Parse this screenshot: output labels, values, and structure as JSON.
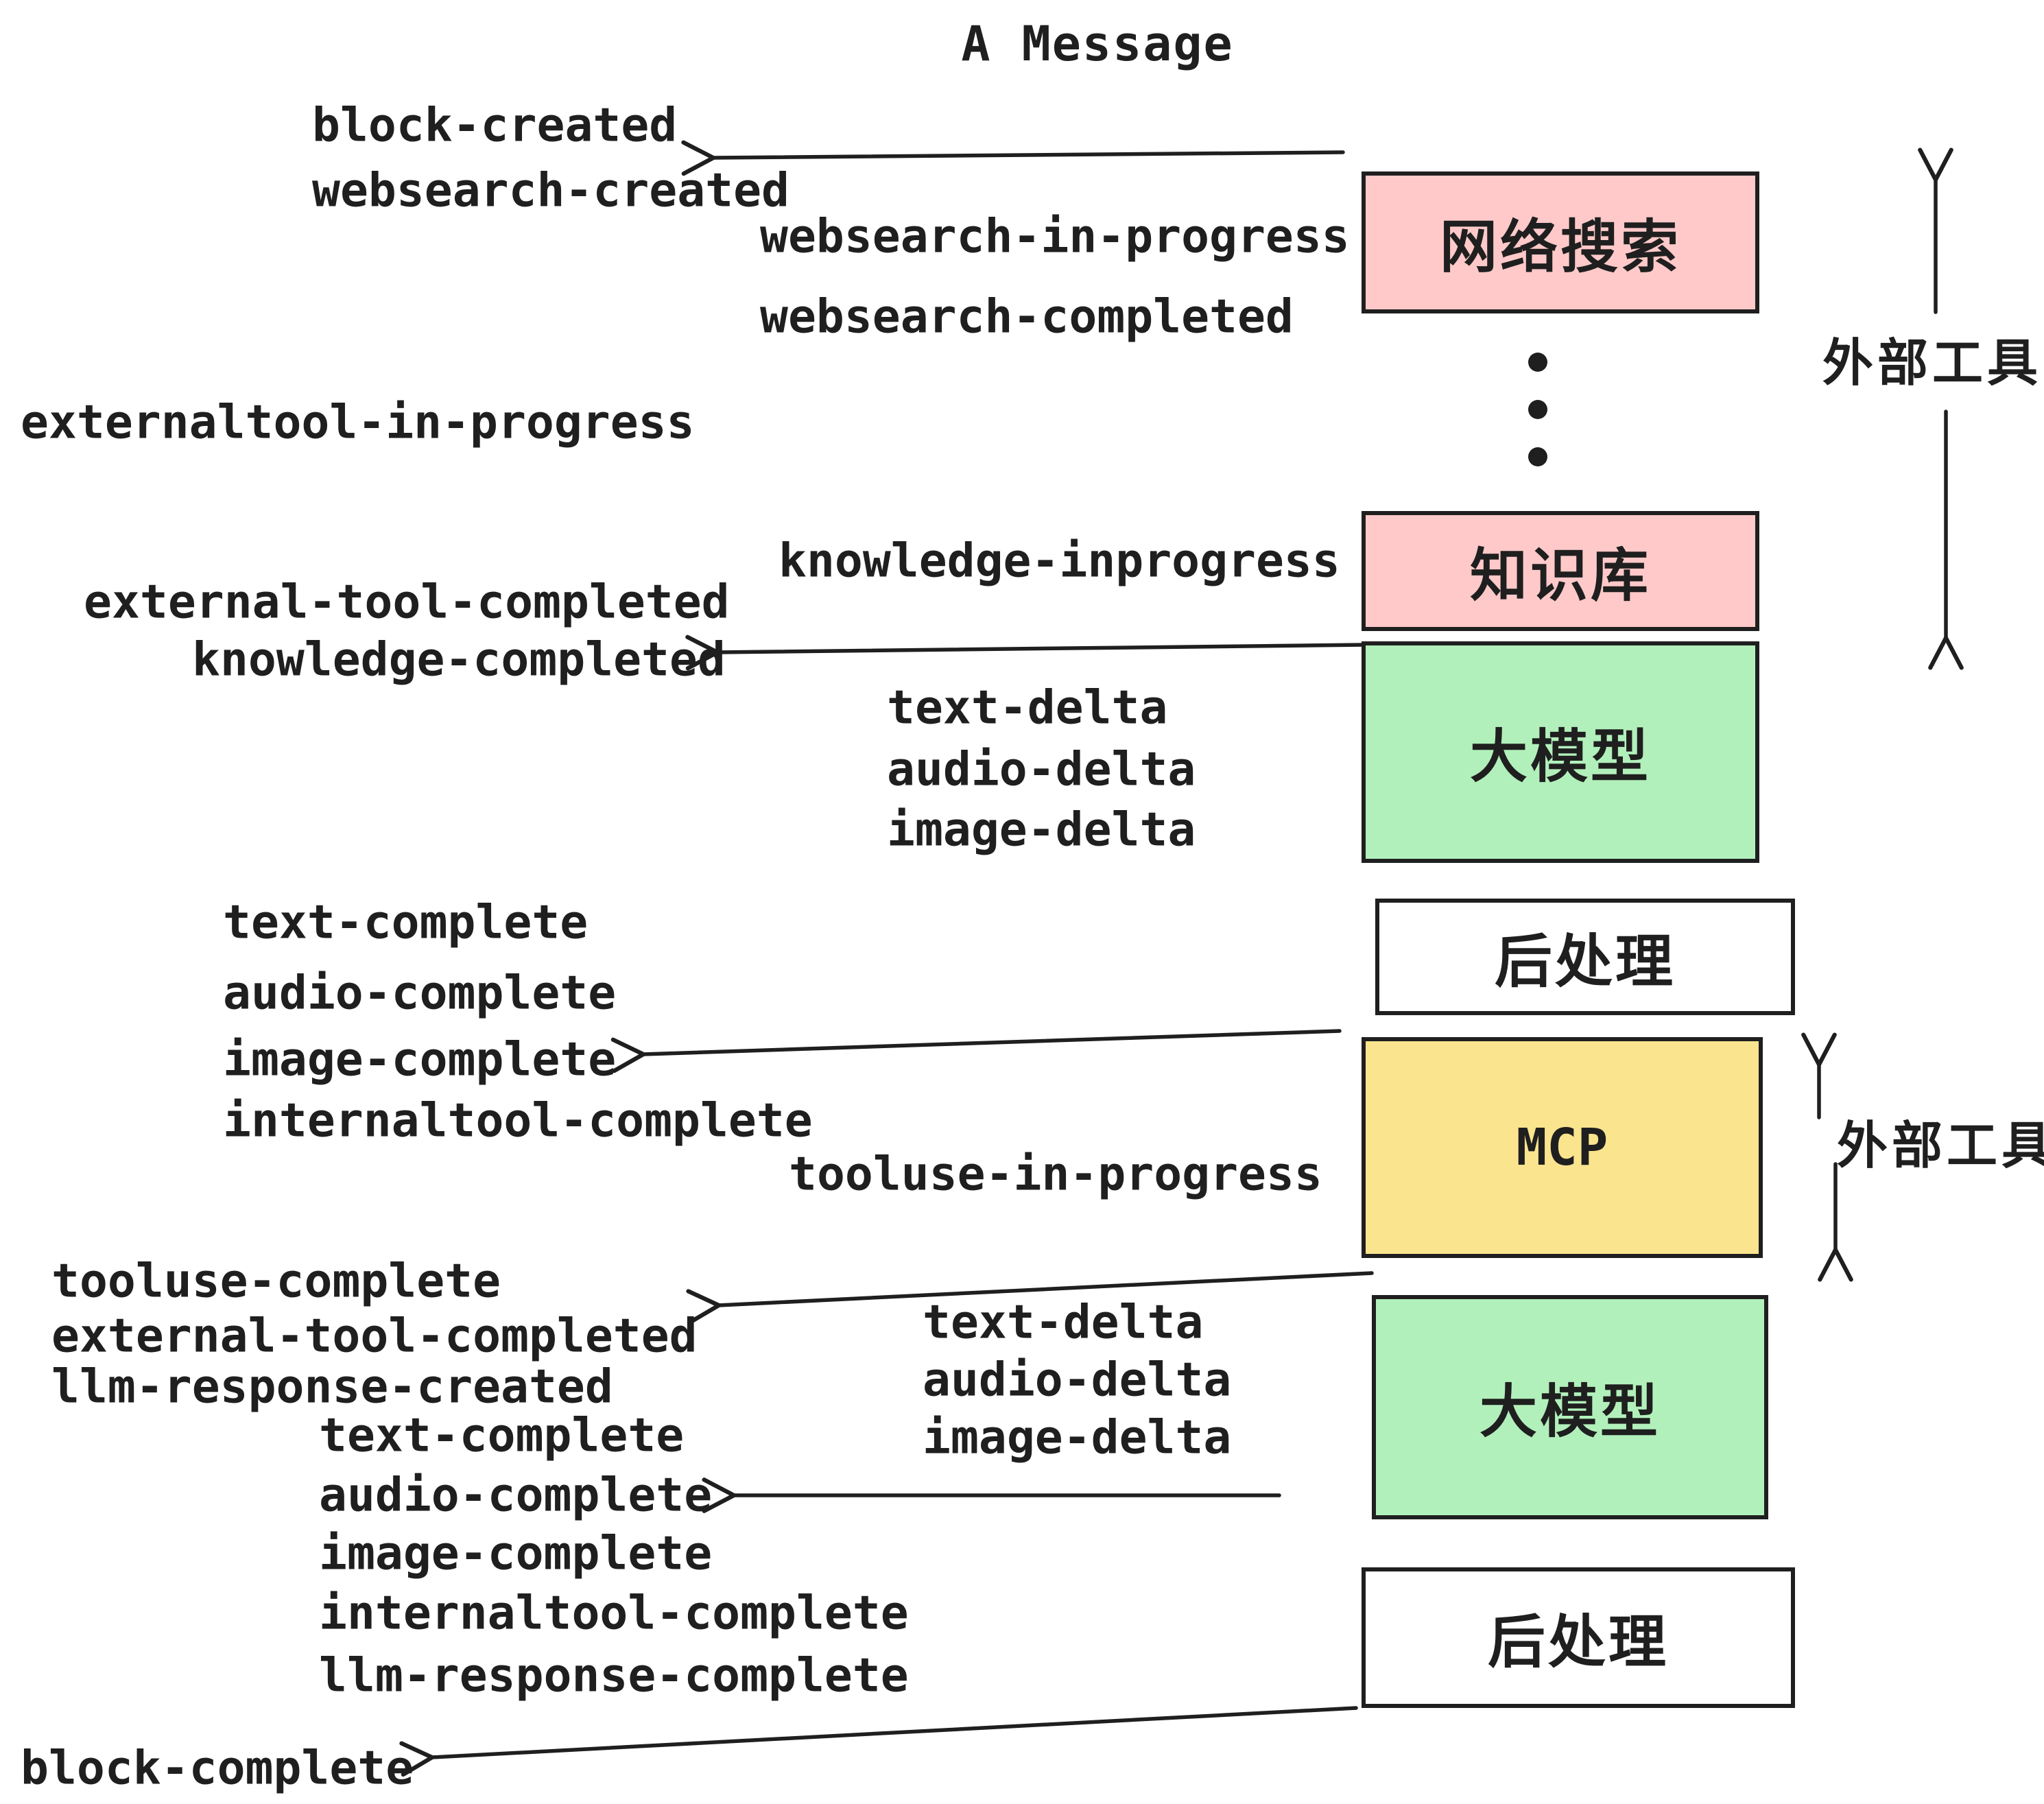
{
  "title": "A Message",
  "colors": {
    "ink": "#1f1f1f",
    "bg": "#ffffff",
    "pink": "#ffc9c9",
    "green": "#b2f0bb",
    "yellow": "#fae48e",
    "boxwhite": "#ffffff"
  },
  "events": {
    "block_created": "block-created",
    "websearch_created": "websearch-created",
    "websearch_in_progress": "websearch-in-progress",
    "websearch_completed": "websearch-completed",
    "externaltool_in_progress": "externaltool-in-progress",
    "knowledge_inprogress": "knowledge-inprogress",
    "external_tool_completed": "external-tool-completed",
    "knowledge_completed": "knowledge-completed",
    "text_delta": "text-delta",
    "audio_delta": "audio-delta",
    "image_delta": "image-delta",
    "text_complete": "text-complete",
    "audio_complete": "audio-complete",
    "image_complete": "image-complete",
    "internaltool_complete": "internaltool-complete",
    "tooluse_in_progress": "tooluse-in-progress",
    "tooluse_complete": "tooluse-complete",
    "llm_response_created": "llm-response-created",
    "llm_response_complete": "llm-response-complete",
    "block_complete": "block-complete"
  },
  "boxes": {
    "websearch": {
      "label": "网络搜索"
    },
    "knowledge": {
      "label": "知识库"
    },
    "llm": {
      "label": "大模型"
    },
    "postprocess": {
      "label": "后处理"
    },
    "mcp": {
      "label": "MCP"
    }
  },
  "annotations": {
    "external_tools": "外部工具"
  }
}
